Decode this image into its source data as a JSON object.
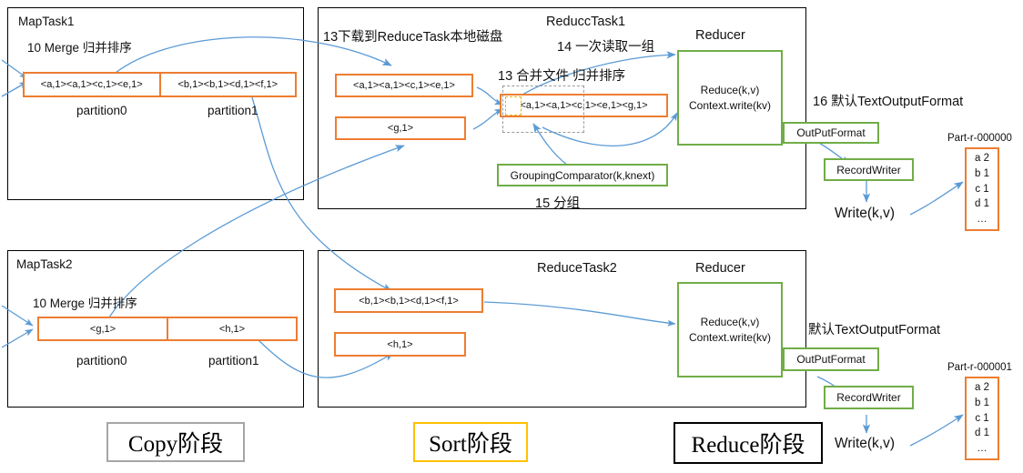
{
  "colors": {
    "orange": "#ED7D31",
    "green": "#70AD47",
    "black": "#000000",
    "arrow_blue": "#5B9BD5",
    "dashed_gray": "#9B9B9B",
    "dashed_yellow": "#E8B423",
    "stage_copy_border": "#A6A6A6",
    "stage_sort_border": "#FFC000",
    "stage_reduce_border": "#000000"
  },
  "map_task_1": {
    "title": "MapTask1",
    "merge_label": "10 Merge 归并排序",
    "partitions": [
      {
        "value": "<a,1><a,1><c,1><e,1>",
        "label": "partition0"
      },
      {
        "value": "<b,1><b,1><d,1><f,1>",
        "label": "partition1"
      }
    ]
  },
  "map_task_2": {
    "title": "MapTask2",
    "merge_label": "10 Merge 归并排序",
    "partitions": [
      {
        "value": "<g,1>",
        "label": "partition0"
      },
      {
        "value": "<h,1>",
        "label": "partition1"
      }
    ]
  },
  "reduce_task_1": {
    "title": "ReduccTask1",
    "download_label": "13下载到ReduceTask本地磁盘",
    "read_group_label": "14 一次读取一组",
    "merge_files_label": "13 合并文件 归并排序",
    "grouping_label": "15 分组",
    "inputs": [
      "<a,1><a,1><c,1><e,1>",
      "<g,1>"
    ],
    "merged": "<a,1><a,1><c,1><e,1><g,1>",
    "grouping_comparator": "GroupingComparator(k,knext)",
    "reducer": {
      "title": "Reducer",
      "line1": "Reduce(k,v)",
      "line2": "Context.write(kv)"
    },
    "output": {
      "format_note": "16 默认TextOutputFormat",
      "output_format": "OutPutFormat",
      "record_writer": "RecordWriter",
      "write_call": "Write(k,v)",
      "file_name": "Part-r-000000",
      "file_rows": [
        "a 2",
        "b 1",
        "c 1",
        "d 1",
        "…"
      ]
    }
  },
  "reduce_task_2": {
    "title": "ReduceTask2",
    "inputs": [
      "<b,1><b,1><d,1><f,1>",
      "<h,1>"
    ],
    "reducer": {
      "title": "Reducer",
      "line1": "Reduce(k,v)",
      "line2": "Context.write(kv)"
    },
    "output": {
      "format_note": "默认TextOutputFormat",
      "output_format": "OutPutFormat",
      "record_writer": "RecordWriter",
      "write_call": "Write(k,v)",
      "file_name": "Part-r-000001",
      "file_rows": [
        "a 2",
        "b 1",
        "c 1",
        "d 1",
        "…"
      ]
    }
  },
  "stages": [
    {
      "label": "Copy阶段"
    },
    {
      "label": "Sort阶段"
    },
    {
      "label": "Reduce阶段"
    }
  ]
}
